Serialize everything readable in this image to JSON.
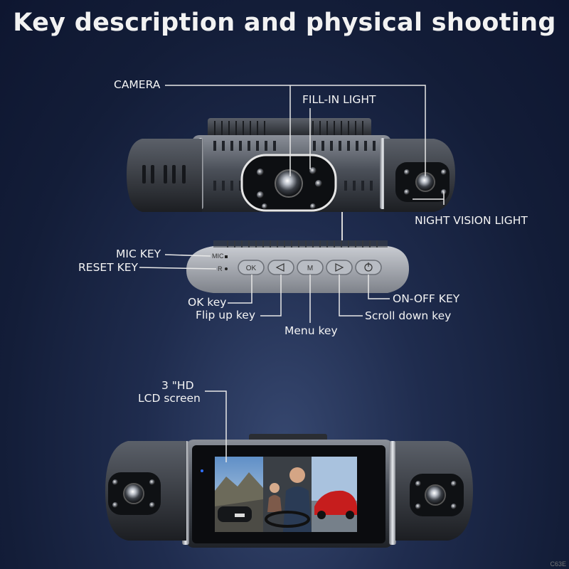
{
  "title": "Key description and physical shooting",
  "labels": {
    "camera": "CAMERA",
    "fill_in_light": "FILL-IN LIGHT",
    "night_vision_light": "NIGHT VISION LIGHT",
    "mic_key": "MIC KEY",
    "reset_key": "RESET KEY",
    "ok_key": "OK key",
    "flip_up_key": "Flip up key",
    "menu_key": "Menu key",
    "scroll_down_key": "Scroll down key",
    "on_off_key": "ON-OFF KEY",
    "screen_line1": "3 \"HD",
    "screen_line2": "LCD screen"
  },
  "device_markings": {
    "mic": "MIC",
    "reset": "R",
    "ok_button": "OK",
    "menu_button": "M"
  },
  "watermark": "C63E",
  "colors": {
    "background": "#1a2546",
    "label_text": "#f4f4f4",
    "leader_line": "#e8e8e8"
  }
}
